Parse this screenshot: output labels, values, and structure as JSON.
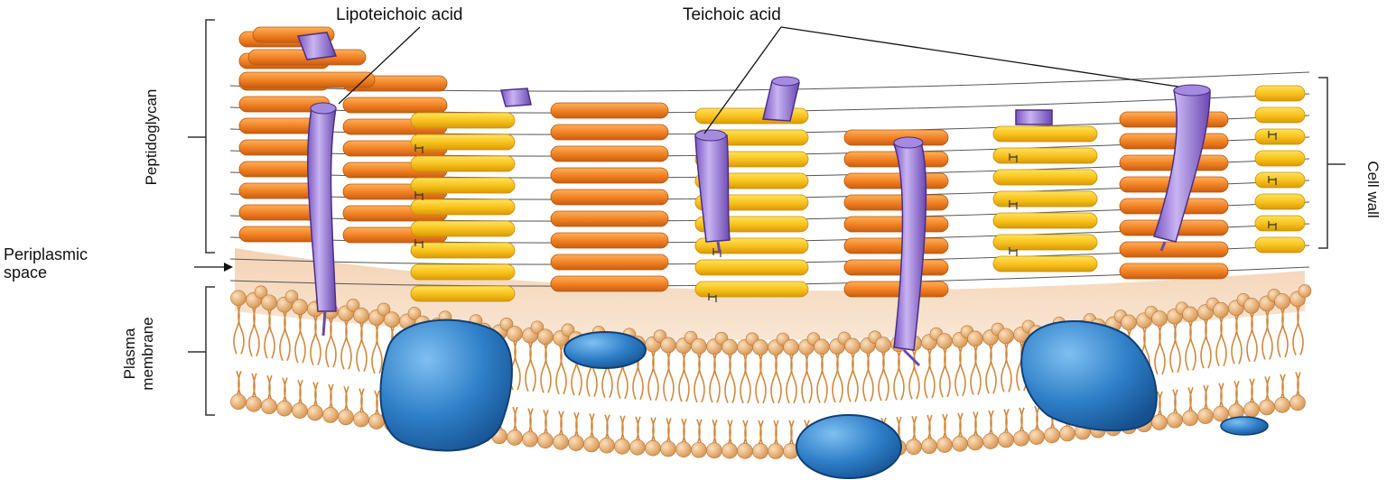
{
  "labels": {
    "lipoteichoic_acid": "Lipoteichoic acid",
    "teichoic_acid": "Teichoic acid",
    "peptidoglycan": "Peptidoglycan",
    "periplasmic_space": [
      "Periplasmic",
      "space"
    ],
    "plasma_membrane": [
      "Plasma",
      "membrane"
    ],
    "cell_wall": "Cell wall"
  },
  "colors": {
    "orange_glycan": "#f08a2a",
    "yellow_glycan": "#f6c21a",
    "teichoic": "#9a7ad8",
    "protein": "#2f7fc8",
    "lipid_head": "#e8b27a",
    "periplasm": "#f6dcc3"
  }
}
